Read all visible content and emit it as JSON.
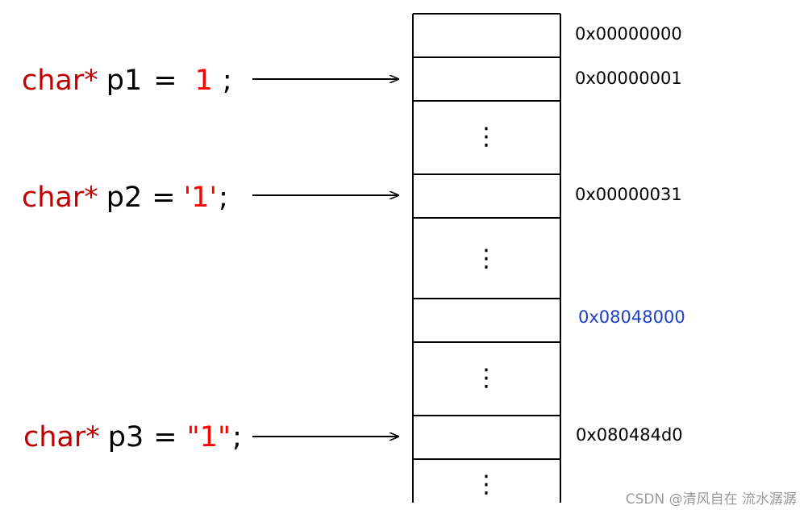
{
  "declarations": [
    {
      "type": "char*",
      "var": "p1",
      "op": "=",
      "value": "1",
      "semicolon": ";"
    },
    {
      "type": "char*",
      "var": "p2",
      "op": "=",
      "value": "'1'",
      "semicolon": ";"
    },
    {
      "type": "char*",
      "var": "p3",
      "op": "=",
      "value": "\"1\"",
      "semicolon": ";"
    }
  ],
  "memory": {
    "addresses": [
      "0x00000000",
      "0x00000001",
      "0x00000031",
      "0x08048000",
      "0x080484d0"
    ],
    "ellipsis": "⋮"
  },
  "colors": {
    "keyword": "#c00000",
    "literal": "#ff0000",
    "highlighted_address": "#1a3fc8"
  },
  "watermark": "CSDN @清风自在 流水潺潺"
}
